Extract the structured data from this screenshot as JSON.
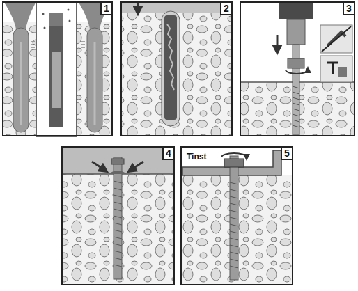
{
  "diagram": {
    "nodes": [
      {
        "text": [
          "1"
        ]
      },
      {
        "text": [
          "2"
        ]
      },
      {
        "text": [
          "3"
        ]
      },
      {
        "text": [
          "4"
        ]
      },
      {
        "text": [
          "5",
          "Tinst"
        ]
      }
    ]
  }
}
